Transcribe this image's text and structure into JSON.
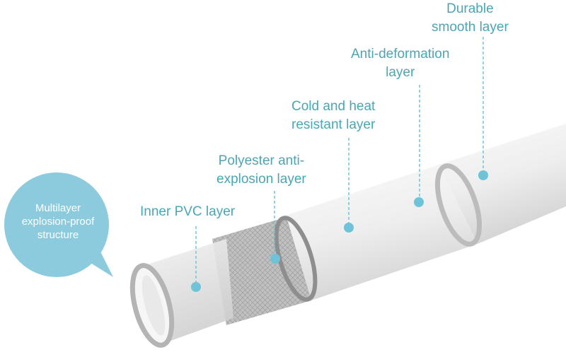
{
  "bubble": {
    "lines": [
      "Multilayer",
      "explosion-proof",
      "structure"
    ]
  },
  "labels": {
    "inner_pvc": [
      "Inner PVC layer"
    ],
    "polyester": [
      "Polyester anti-",
      "explosion layer"
    ],
    "cold_heat": [
      "Cold and heat",
      "resistant layer"
    ],
    "anti_deformation": [
      "Anti-deformation",
      "layer"
    ],
    "durable": [
      "Durable",
      "smooth layer"
    ]
  },
  "colors": {
    "accent": "#4aa6b4",
    "bubble": "#8ccbdd",
    "marker": "#6ec3d8",
    "pipe_outer": "#d8d8d8",
    "pipe_shadow": "#bcbcbc"
  }
}
